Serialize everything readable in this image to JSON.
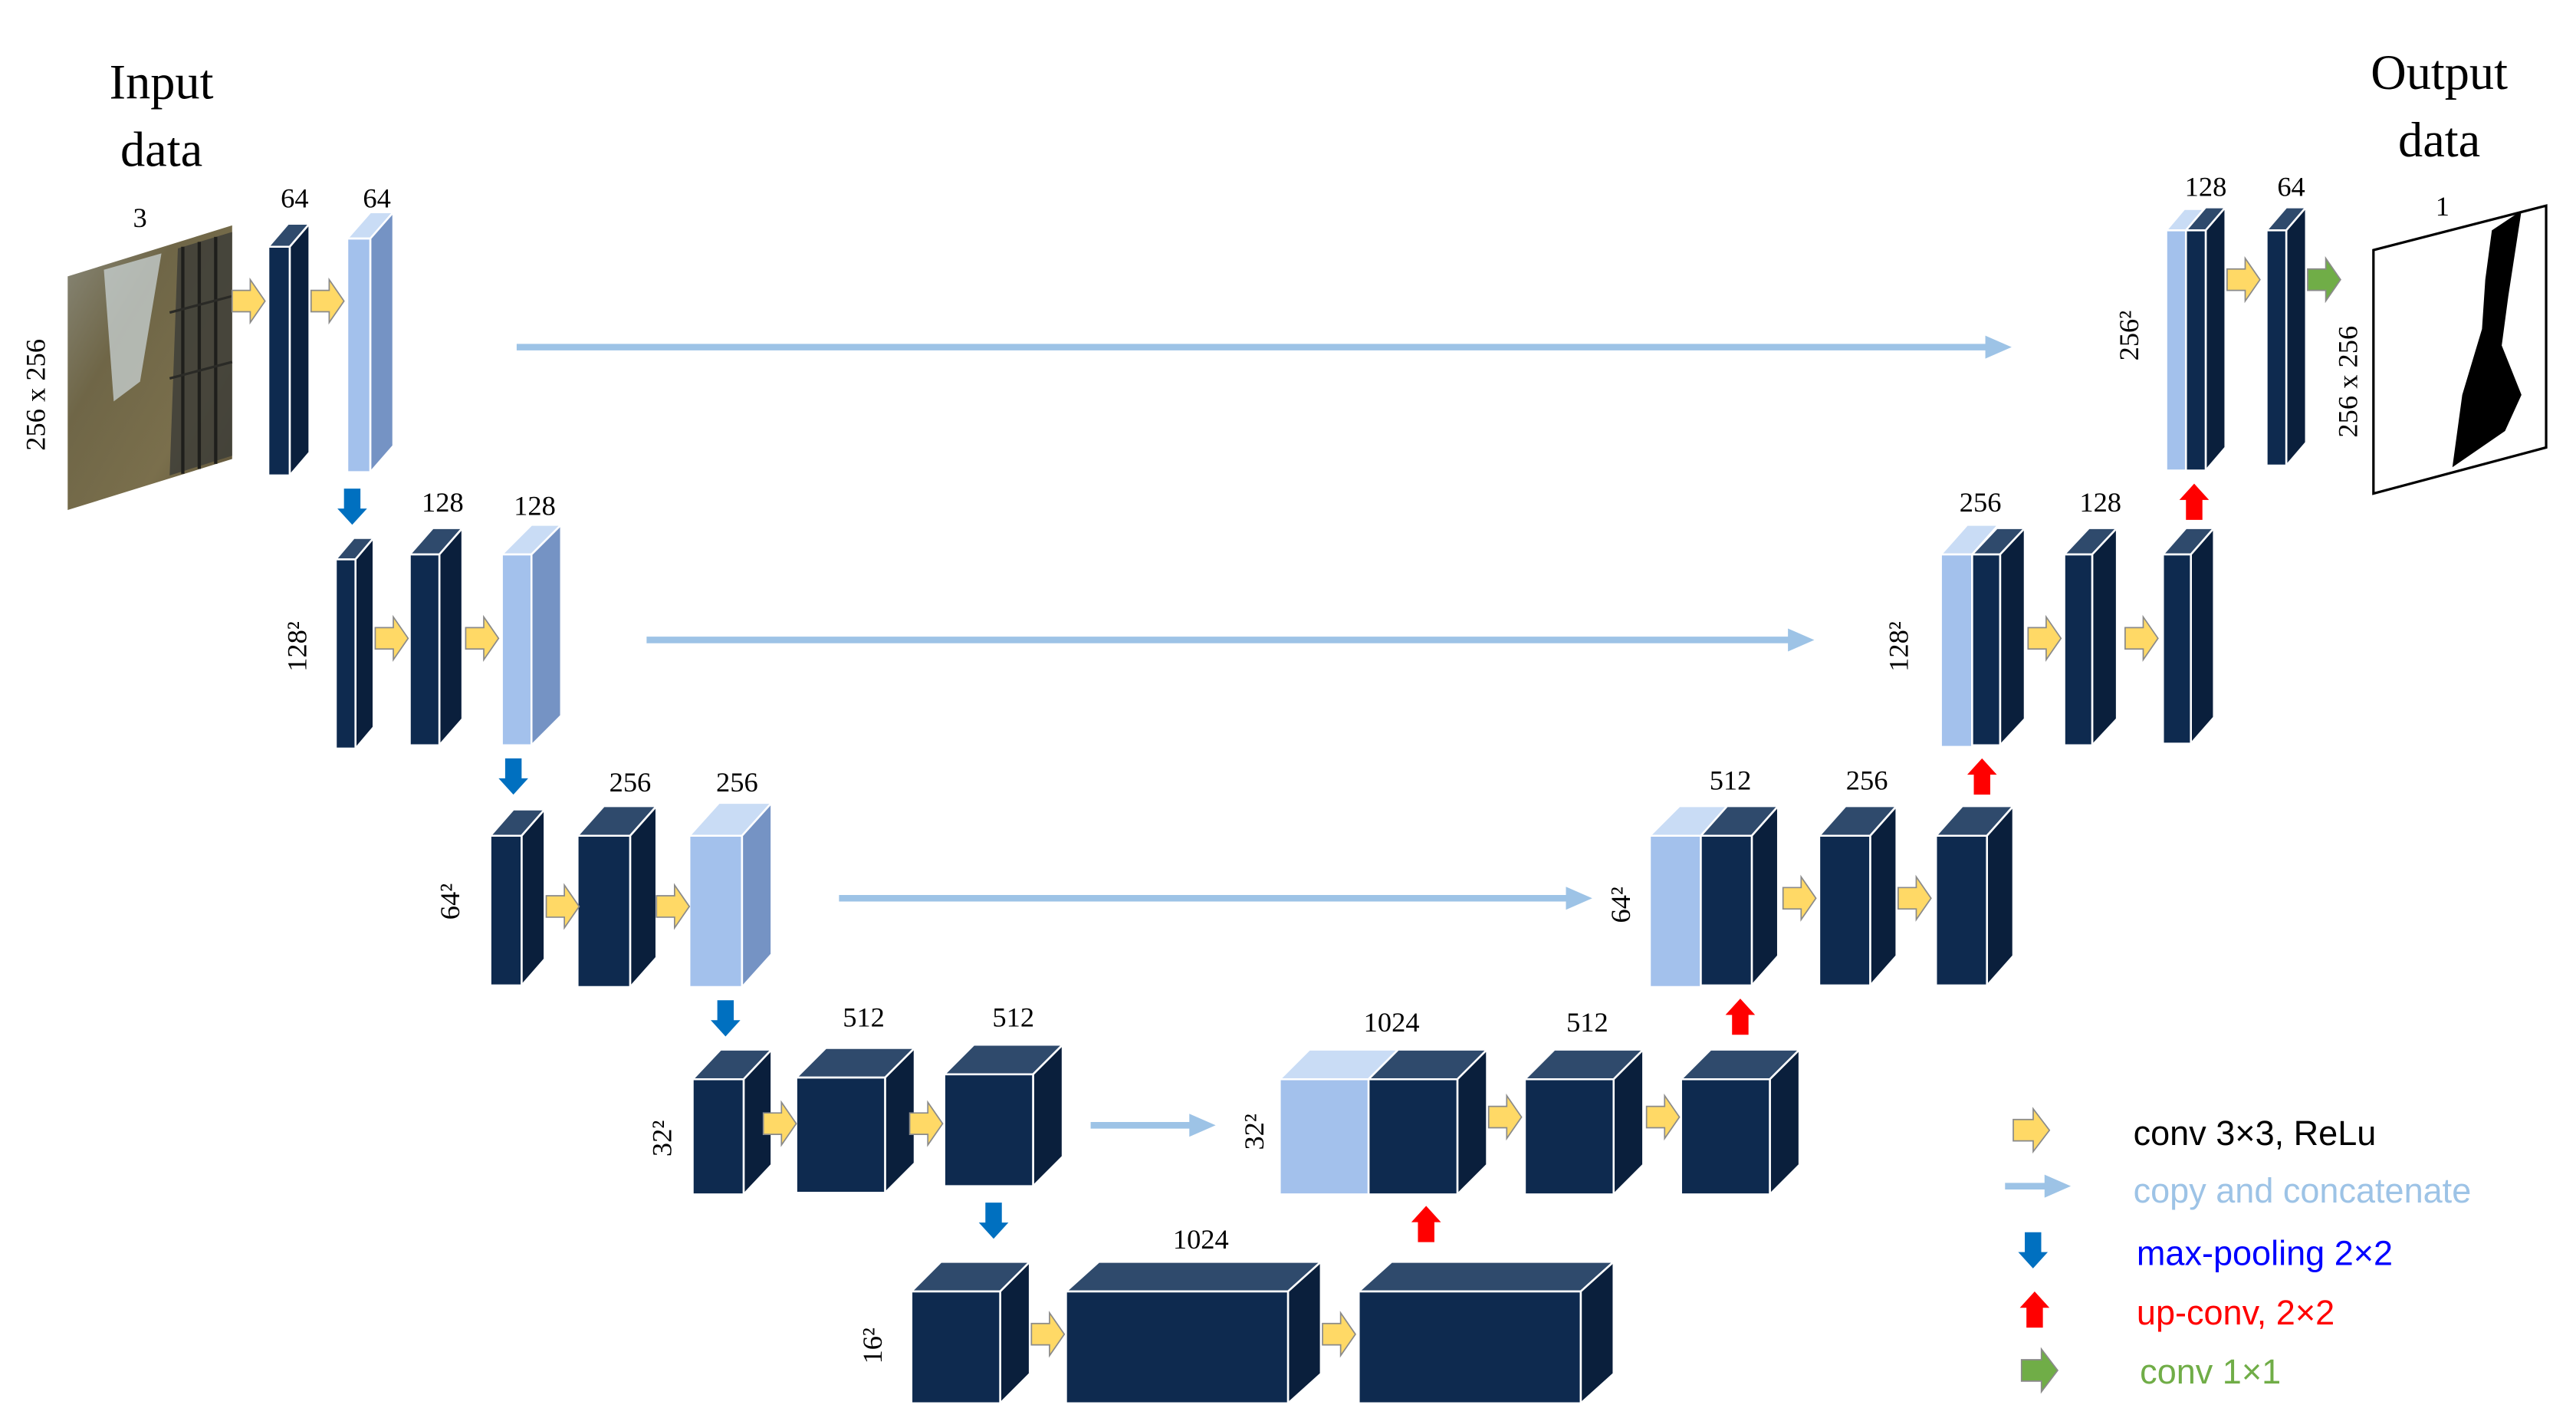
{
  "input": {
    "title_line1": "Input",
    "title_line2": "data",
    "channels": "3",
    "size": "256 x 256"
  },
  "output": {
    "title_line1": "Output",
    "title_line2": "data",
    "channels": "1",
    "size": "256 x 256"
  },
  "enc1": {
    "c1": "64",
    "c2": "64"
  },
  "enc2": {
    "c1": "128",
    "c2": "128",
    "size": "128²"
  },
  "enc3": {
    "c1": "256",
    "c2": "256",
    "size": "64²"
  },
  "enc4": {
    "c1": "512",
    "c2": "512",
    "size": "32²"
  },
  "bottleneck": {
    "c": "1024",
    "size": "16²"
  },
  "dec4": {
    "c1": "1024",
    "c2": "512",
    "size": "32²"
  },
  "dec3": {
    "c1": "512",
    "c2": "256",
    "size": "64²"
  },
  "dec2": {
    "c1": "256",
    "c2": "128",
    "size": "128²"
  },
  "dec1": {
    "c1": "128",
    "c2": "64",
    "size": "256²"
  },
  "legend": {
    "conv": "conv 3×3, ReLu",
    "copy": "copy and concatenate",
    "pool": "max-pooling 2×2",
    "upconv": "up-conv, 2×2",
    "conv1": "conv 1×1"
  },
  "colors": {
    "navy": "#0e2a4f",
    "navy_top": "#2f4a6c",
    "navy_side": "#0a1f3c",
    "light": "#a3c1ec",
    "light_top": "#c9dcf5",
    "light_side": "#7593c4",
    "skip": "#9dc3e6",
    "conv_arrow": "#ffd966",
    "pool_arrow": "#0070c0",
    "up_arrow": "#ff0000",
    "conv1_arrow": "#70ad47",
    "copy_text": "#9dc3e6",
    "pool_text": "#0000ff",
    "up_text": "#ff0000",
    "conv1_text": "#70ad47"
  }
}
